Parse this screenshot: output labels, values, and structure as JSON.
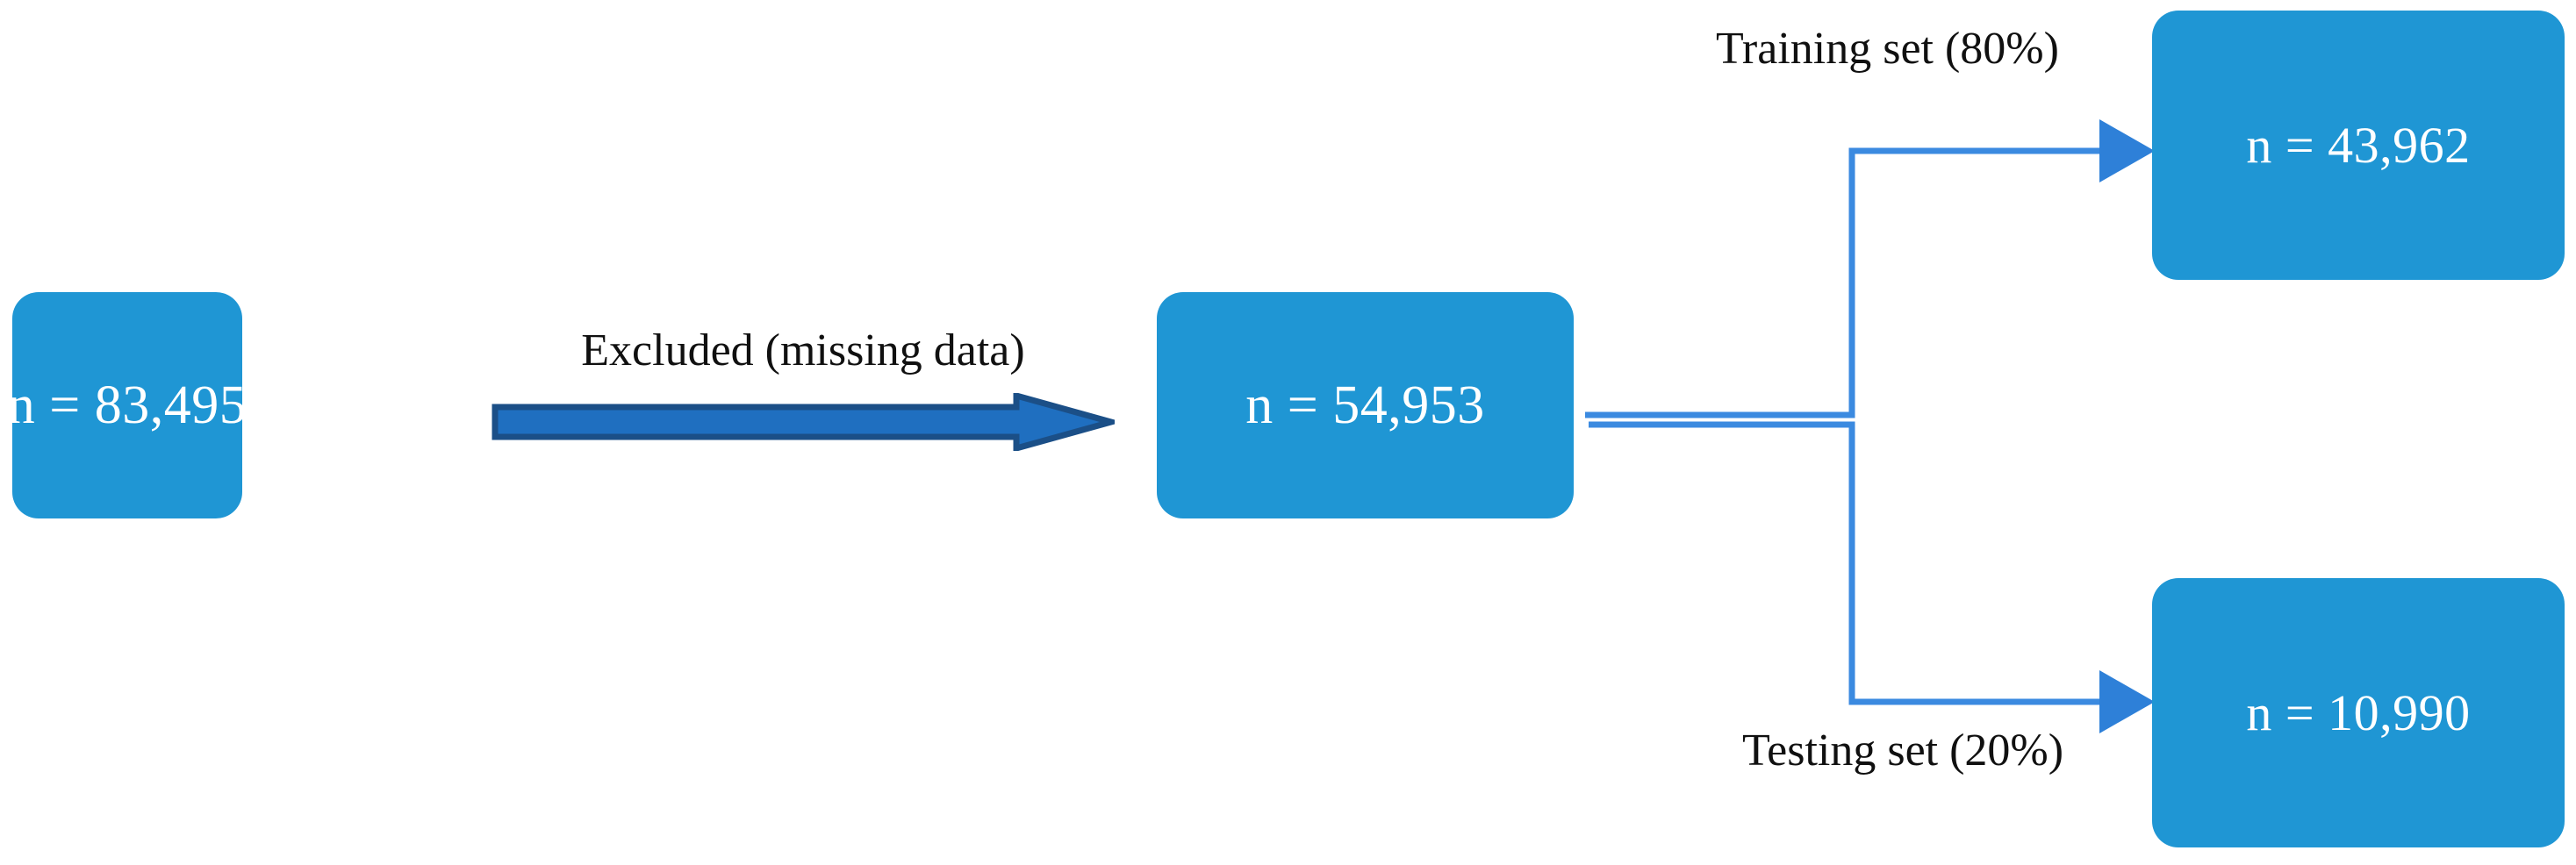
{
  "diagram": {
    "title": "Cohort selection and train/test split flow",
    "type": "flowchart",
    "colors": {
      "node_fill": "#1F96D4",
      "node_text": "#FFFFFF",
      "block_arrow_fill": "#1F6FC0",
      "block_arrow_outline": "#1B4F87",
      "connector_line": "#3B8AE0",
      "connector_arrowhead": "#2E80D8",
      "label_text": "#101010",
      "background": "#FFFFFF"
    },
    "nodes": [
      {
        "id": "source",
        "label": "n = 83,495",
        "role": "initial-cohort"
      },
      {
        "id": "analytic",
        "label": "n = 54,953",
        "role": "analytic-cohort"
      },
      {
        "id": "train",
        "label": "n = 43,962",
        "role": "training-set"
      },
      {
        "id": "test",
        "label": "n = 10,990",
        "role": "testing-set"
      }
    ],
    "edges": [
      {
        "id": "exclusion",
        "from": "source",
        "to": "analytic",
        "label": "Excluded (missing data)",
        "label_position": "above",
        "style": "block-arrow"
      },
      {
        "id": "training-split",
        "from": "analytic",
        "to": "train",
        "label": "Training set (80%)",
        "label_position": "above",
        "style": "elbow-arrow"
      },
      {
        "id": "testing-split",
        "from": "analytic",
        "to": "test",
        "label": "Testing set (20%)",
        "label_position": "below",
        "style": "elbow-arrow"
      }
    ]
  }
}
